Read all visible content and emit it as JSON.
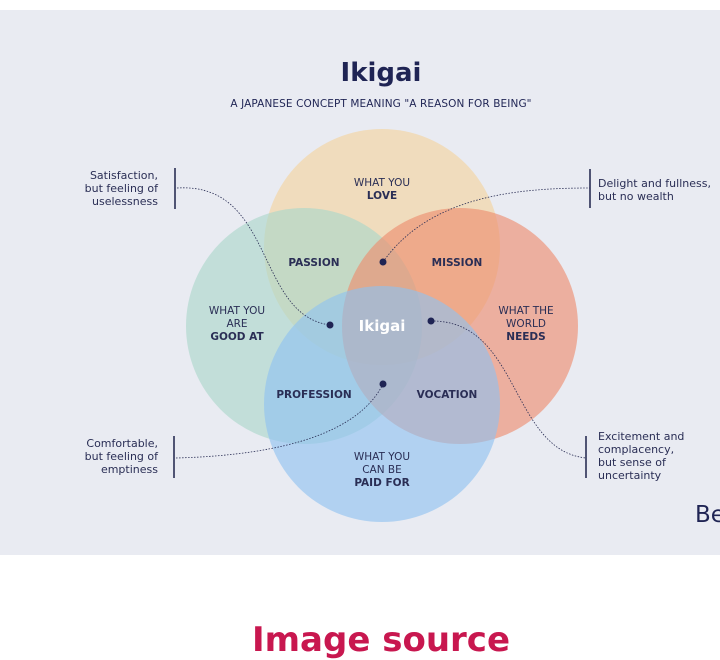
{
  "header": {
    "title": "Ikigai",
    "subtitle": "A JAPANESE CONCEPT MEANING \"A REASON FOR BEING\""
  },
  "circles": {
    "love": {
      "line1": "WHAT YOU",
      "line2": "LOVE",
      "color": "#f3d39d"
    },
    "good_at": {
      "line1": "WHAT YOU",
      "line2": "ARE",
      "line3": "GOOD AT",
      "color": "#a9d7c9"
    },
    "world_needs": {
      "line1": "WHAT THE",
      "line2": "WORLD",
      "line3": "NEEDS",
      "color": "#ee8a6c"
    },
    "paid_for": {
      "line1": "WHAT YOU",
      "line2": "CAN BE",
      "line3": "PAID FOR",
      "color": "#8ec2f0"
    }
  },
  "overlaps": {
    "passion": "PASSION",
    "mission": "MISSION",
    "profession": "PROFESSION",
    "vocation": "VOCATION",
    "center": "Ikigai"
  },
  "notes": {
    "top_left": [
      "Satisfaction,",
      "but feeling of",
      "uselessness"
    ],
    "top_right": [
      "Delight and fullness,",
      "but no wealth"
    ],
    "bottom_left": [
      "Comfortable,",
      "but feeling of",
      "emptiness"
    ],
    "bottom_right": [
      "Excitement and",
      "complacency,",
      "but sense of",
      "uncertainty"
    ]
  },
  "brand": "Be",
  "footer": {
    "text": "Image source"
  },
  "colors": {
    "ink": "#1f2454",
    "panel": "#e9ebf2",
    "footer": "#c8174f"
  }
}
